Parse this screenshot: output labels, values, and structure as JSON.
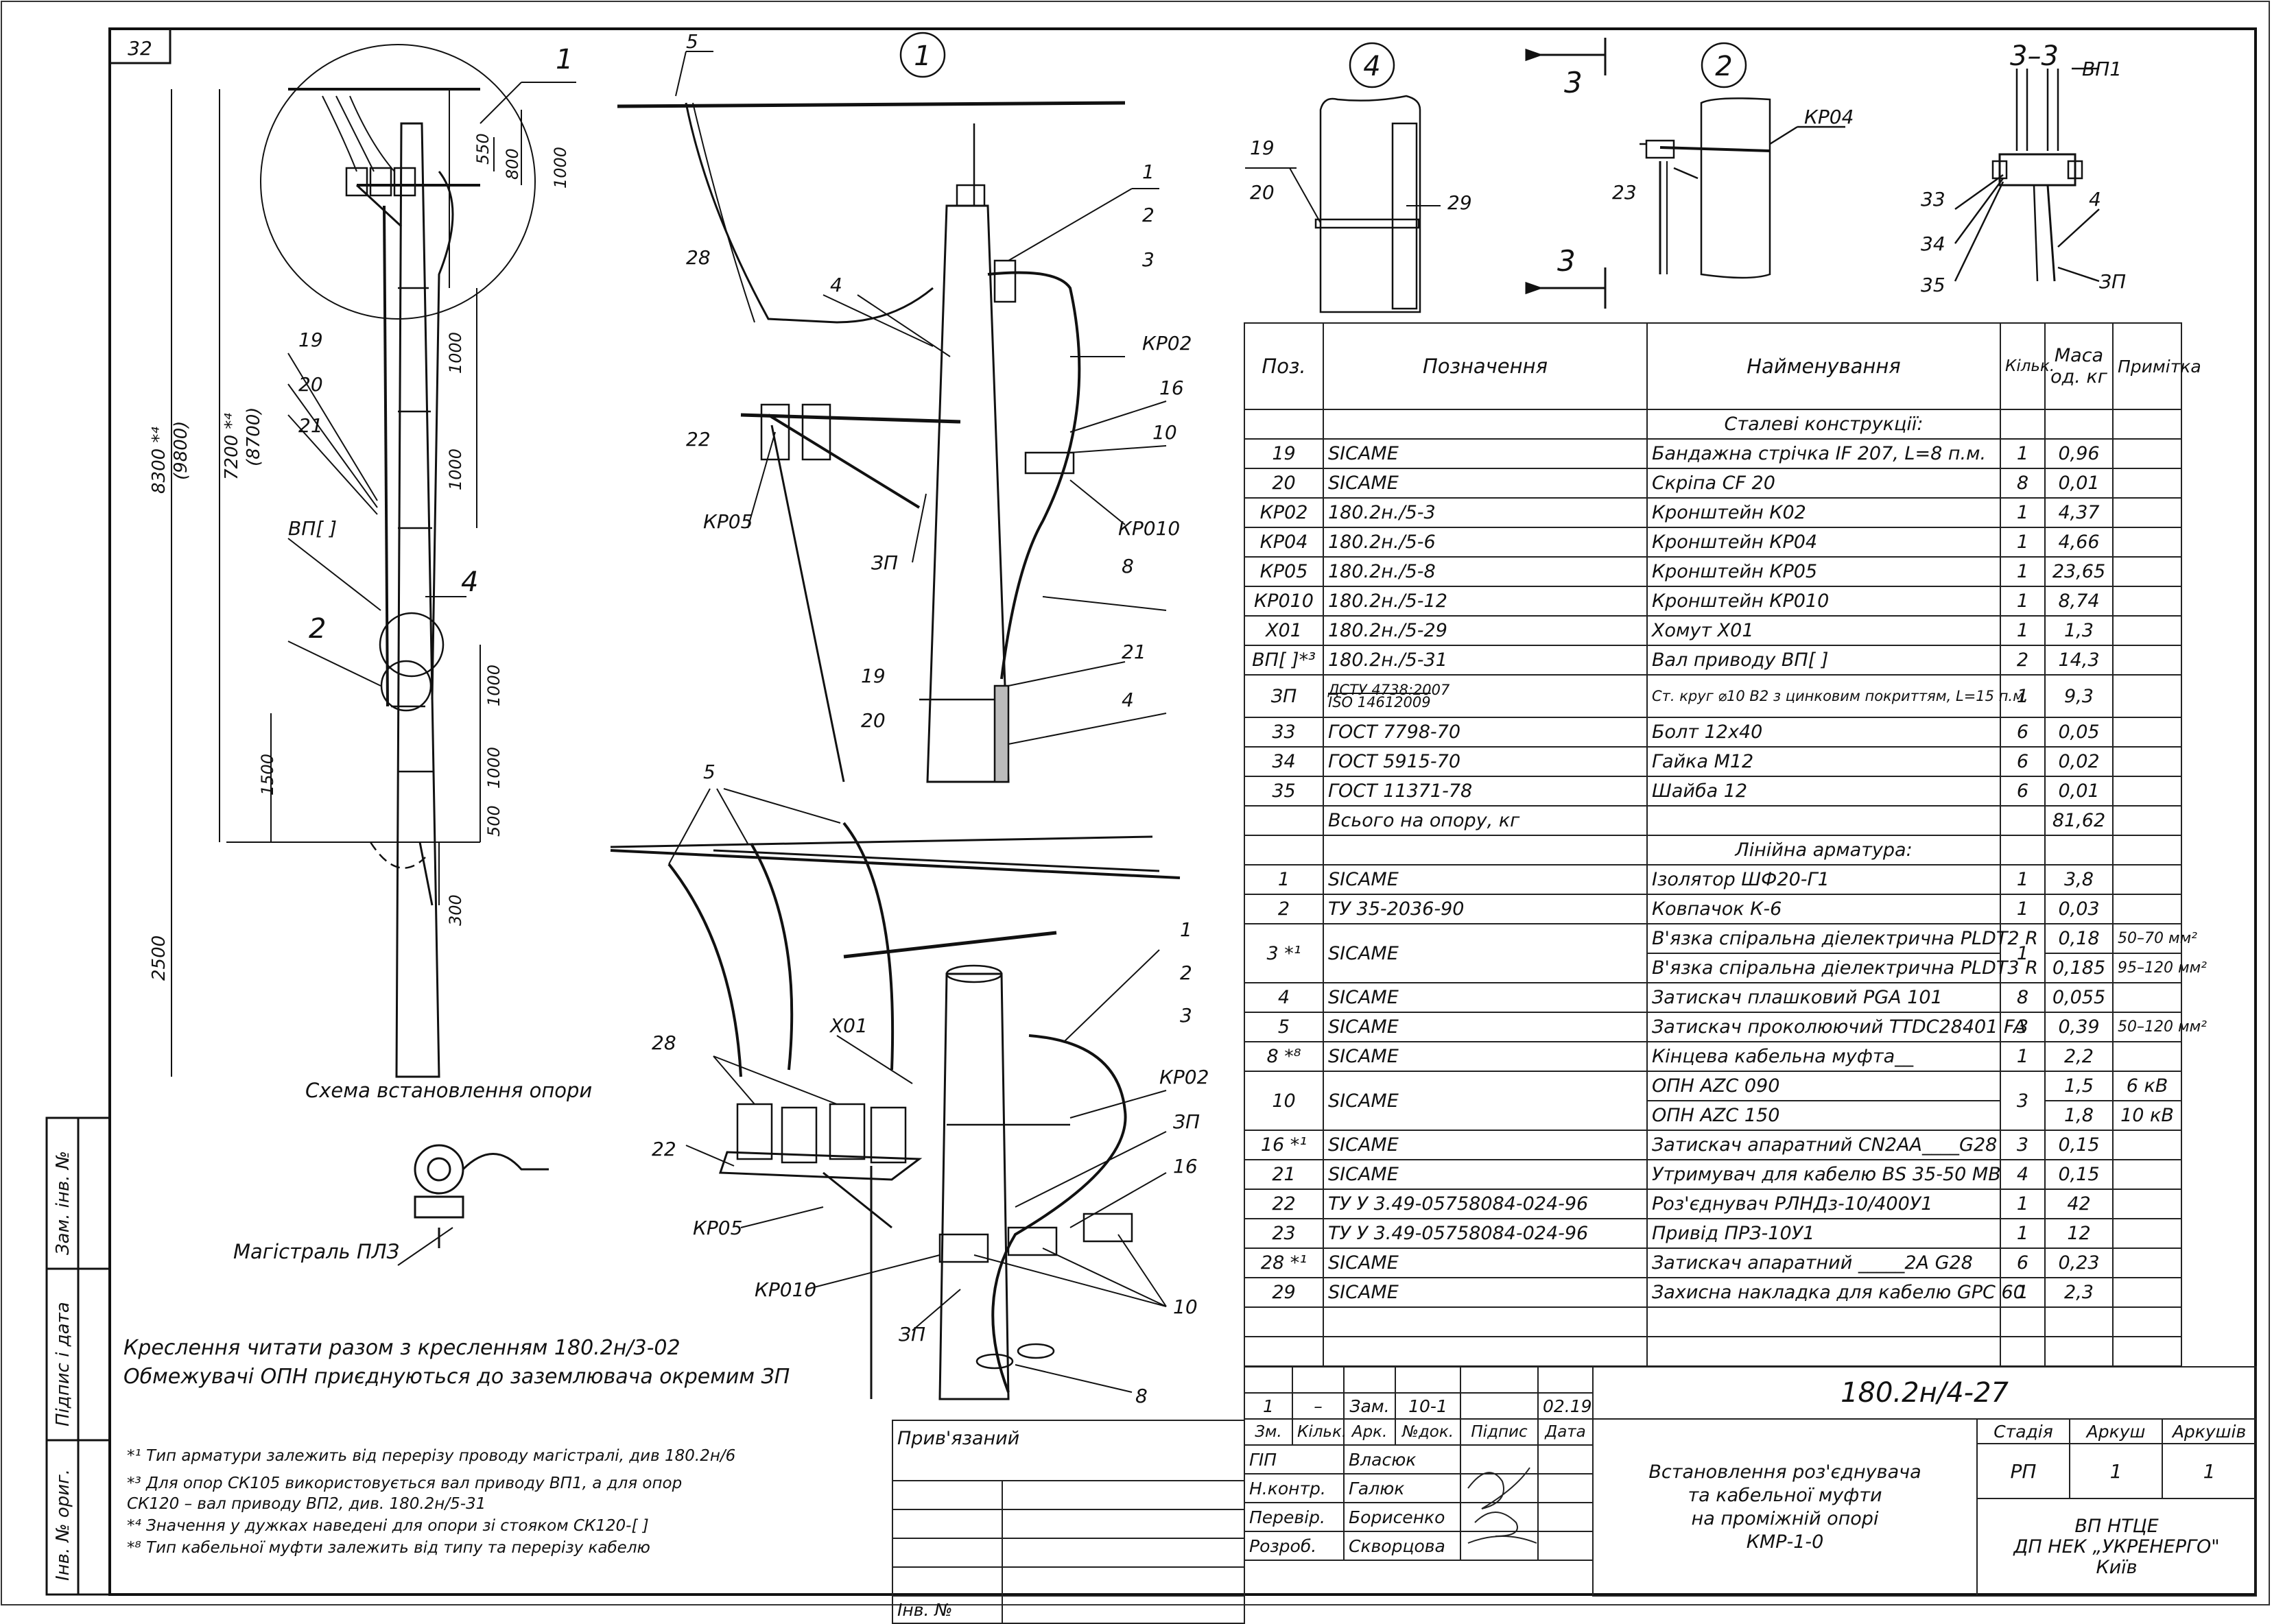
{
  "sheet_number": "32",
  "callouts": {
    "c1": "1",
    "c2": "2",
    "c3": "3",
    "c4": "4",
    "c5": "5",
    "c8": "8",
    "c10": "10",
    "c16": "16",
    "c19": "19",
    "c20": "20",
    "c21": "21",
    "c22": "22",
    "c23": "23",
    "c28": "28",
    "c29": "29",
    "c33": "33",
    "c34": "34",
    "c35": "35",
    "kr02": "КР02",
    "kr04": "КР04",
    "kr05": "КР05",
    "kr010": "КР010",
    "zp": "ЗП",
    "vp1": "ВП1",
    "vp": "ВП[ ]",
    "x01": "Х01"
  },
  "views": {
    "v1": "1",
    "v2": "2",
    "v4": "4",
    "section": "3–3",
    "cut": "3"
  },
  "dims": {
    "d550": "550",
    "d800": "800",
    "d1000": "1000",
    "d8300": "8300 *⁴",
    "d9800": "(9800)",
    "d7200": "7200 *⁴",
    "d8700": "(8700)",
    "d1500": "1500",
    "d500": "500",
    "d300": "300",
    "d2500": "2500"
  },
  "scheme_caption": "Схема встановлення опори",
  "main_line_label": "Магістраль ПЛЗ",
  "drawing_notes": [
    "Креслення читати разом з кресленням 180.2н/3-02",
    "Обмежувачі ОПН приєднуються до заземлювача окремим ЗП"
  ],
  "footnotes": [
    "*¹ Тип арматури залежить від перерізу проводу магістралі, див 180.2н/6",
    "*³ Для опор СК105 використовується вал приводу ВП1, а для опор",
    "СК120 – вал приводу ВП2, див. 180.2н/5-31",
    "*⁴ Значення у дужках наведені для опори зі стояком СК120-[ ]",
    "*⁸ Тип кабельної муфти залежить від типу та перерізу кабелю"
  ],
  "side_stamp": {
    "zam": "Зам. інв. №",
    "pidpys": "Підпис і дата",
    "inv": "Інв. № ориг."
  },
  "spec": {
    "headers": [
      "Поз.",
      "Позначення",
      "Найменування",
      "Кільк.",
      "Маса од. кг",
      "Примітка"
    ],
    "section1": "Сталеві конструкції:",
    "section2": "Лінійна арматура:",
    "rows1": [
      [
        "19",
        "SICAME",
        "Бандажна стрічка IF 207, L=8 п.м.",
        "1",
        "0,96",
        ""
      ],
      [
        "20",
        "SICAME",
        "Скріпа CF 20",
        "8",
        "0,01",
        ""
      ],
      [
        "КР02",
        "180.2н./5-3",
        "Кронштейн К02",
        "1",
        "4,37",
        ""
      ],
      [
        "КР04",
        "180.2н./5-6",
        "Кронштейн КР04",
        "1",
        "4,66",
        ""
      ],
      [
        "КР05",
        "180.2н./5-8",
        "Кронштейн КР05",
        "1",
        "23,65",
        ""
      ],
      [
        "КР010",
        "180.2н./5-12",
        "Кронштейн КР010",
        "1",
        "8,74",
        ""
      ],
      [
        "Х01",
        "180.2н./5-29",
        "Хомут Х01",
        "1",
        "1,3",
        ""
      ],
      [
        "ВП[ ]*³",
        "180.2н./5-31",
        "Вал приводу ВП[ ]",
        "2",
        "14,3",
        ""
      ]
    ],
    "row_zp": [
      "ЗП",
      "ДСТУ 4738:2007",
      "ISO 14612009",
      "Ст. круг ⌀10 В2 з цинковим покриттям, L=15 п.м.",
      "1",
      "9,3"
    ],
    "rows2": [
      [
        "33",
        "ГОСТ 7798-70",
        "Болт 12х40",
        "6",
        "0,05",
        ""
      ],
      [
        "34",
        "ГОСТ 5915-70",
        "Гайка М12",
        "6",
        "0,02",
        ""
      ],
      [
        "35",
        "ГОСТ 11371-78",
        "Шайба 12",
        "6",
        "0,01",
        ""
      ]
    ],
    "total": [
      "Всього на опору, кг",
      "81,62"
    ],
    "rows3": [
      [
        "1",
        "SICAME",
        "Ізолятор ШФ20-Г1",
        "1",
        "3,8",
        ""
      ],
      [
        "2",
        "ТУ 35-2036-90",
        "Ковпачок К-6",
        "1",
        "0,03",
        ""
      ]
    ],
    "row3a": [
      "3 *¹",
      "SICAME",
      "В'язка спіральна діелектрична PLDT2 R",
      "1",
      "0,18",
      "50–70 мм²",
      "В'язка спіральна діелектрична PLDT3 R",
      "0,185",
      "95–120 мм²"
    ],
    "rows4": [
      [
        "4",
        "SICAME",
        "Затискач плашковий PGA 101",
        "8",
        "0,055",
        ""
      ],
      [
        "5",
        "SICAME",
        "Затискач проколюючий TTDC28401 FA",
        "3",
        "0,39",
        "50–120 мм²"
      ],
      [
        "8 *⁸",
        "SICAME",
        "Кінцева кабельна муфта__",
        "1",
        "2,2",
        ""
      ]
    ],
    "row10": [
      "10",
      "SICAME",
      "ОПН AZC 090",
      "3",
      "1,5",
      "6 кВ",
      "ОПН AZC 150",
      "1,8",
      "10 кВ"
    ],
    "rows5": [
      [
        "16 *¹",
        "SICAME",
        "Затискач апаратний CN2AA____G28",
        "3",
        "0,15",
        ""
      ],
      [
        "21",
        "SICAME",
        "Утримувач для кабелю BS 35-50 MB",
        "4",
        "0,15",
        ""
      ],
      [
        "22",
        "ТУ У 3.49-05758084-024-96",
        "Роз'єднувач РЛНДз-10/400У1",
        "1",
        "42",
        ""
      ],
      [
        "23",
        "ТУ У 3.49-05758084-024-96",
        "Привід ПРЗ-10У1",
        "1",
        "12",
        ""
      ],
      [
        "28 *¹",
        "SICAME",
        "Затискач апаратний _____2A G28",
        "6",
        "0,23",
        ""
      ],
      [
        "29",
        "SICAME",
        "Захисна накладка для кабелю GPC 60",
        "1",
        "2,3",
        ""
      ]
    ]
  },
  "title_block": {
    "code": "180.2н/4-27",
    "change": [
      "1",
      "–",
      "Зам.",
      "10-1",
      "",
      "02.19"
    ],
    "heads": [
      "Зм.",
      "Кільк.",
      "Арк.",
      "№док.",
      "Підпис",
      "Дата"
    ],
    "roles": [
      [
        "ГІП",
        "Власюк"
      ],
      [
        "Н.контр.",
        "Галюк"
      ],
      [
        "Перевір.",
        "Борисенко"
      ],
      [
        "Розроб.",
        "Скворцова"
      ]
    ],
    "title": [
      "Встановлення роз'єднувача",
      "та кабельної муфти",
      "на проміжній опорі",
      "КМР-1-0"
    ],
    "stage_heads": [
      "Стадія",
      "Аркуш",
      "Аркушів"
    ],
    "stage_vals": [
      "РП",
      "1",
      "1"
    ],
    "org": [
      "ВП НТЦЕ",
      "ДП НЕК „УКРЕНЕРГО\"",
      "Київ"
    ],
    "pryvyazanyi": "Прив'язаний",
    "inv_no": "Інв. №"
  }
}
